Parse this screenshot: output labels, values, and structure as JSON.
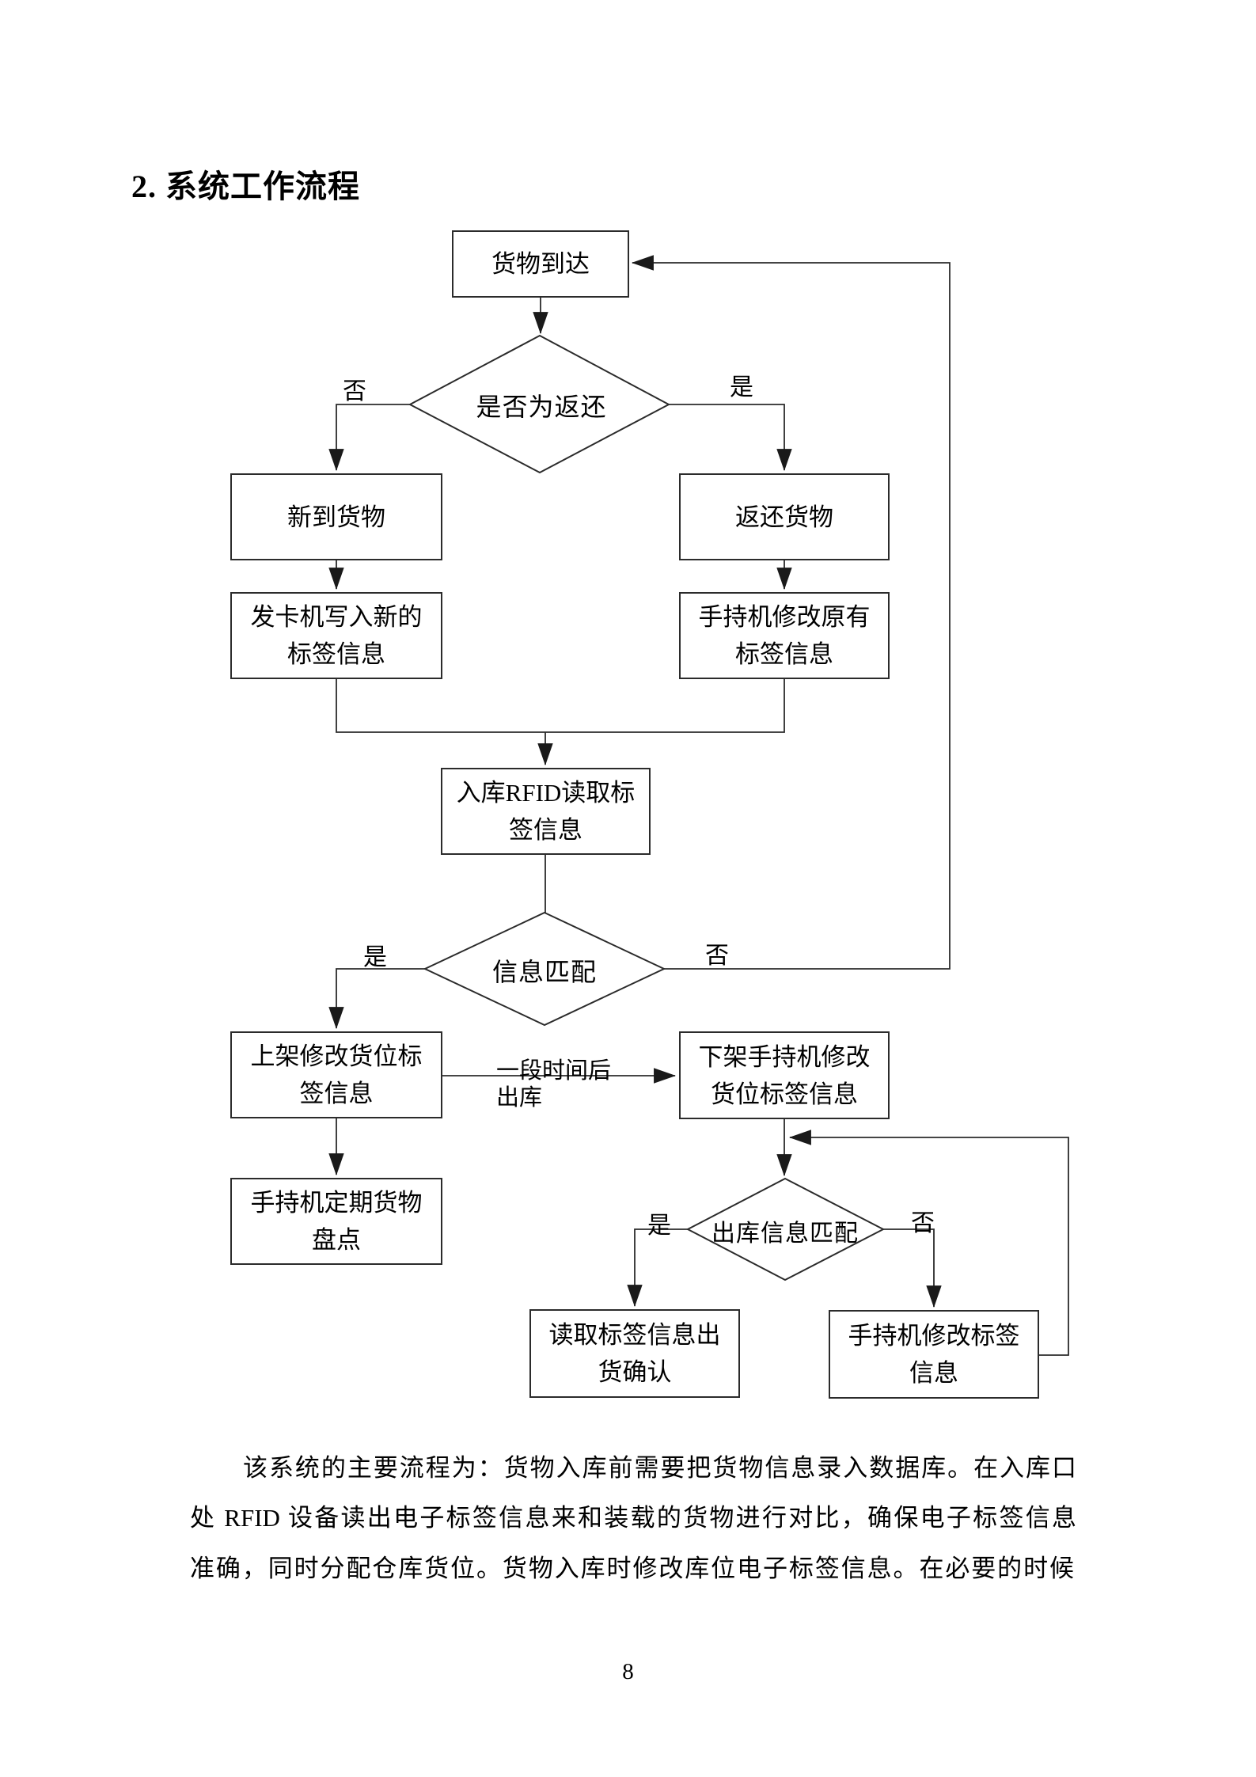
{
  "page": {
    "title": "2. 系统工作流程",
    "page_number": "8",
    "paragraph": {
      "line1": "该系统的主要流程为：货物入库前需要把货物信息录入数据库。在入库口",
      "line2": "处 RFID 设备读出电子标签信息来和装载的货物进行对比，确保电子标签信息",
      "line3": "准确，同时分配仓库货位。货物入库时修改库位电子标签信息。在必要的时候"
    }
  },
  "flowchart": {
    "nodes": {
      "arrive": {
        "line1": "货物到达"
      },
      "is_return": {
        "label": "是否为返还"
      },
      "new_goods": {
        "line1": "新到货物"
      },
      "return_goods": {
        "line1": "返还货物"
      },
      "issuer_write": {
        "line1": "发卡机写入新的",
        "line2": "标签信息"
      },
      "handheld_modify_orig": {
        "line1": "手持机修改原有",
        "line2": "标签信息"
      },
      "inbound_rfid": {
        "line1": "入库RFID读取标",
        "line2": "签信息"
      },
      "info_match": {
        "label": "信息匹配"
      },
      "shelve": {
        "line1": "上架修改货位标",
        "line2": "签信息"
      },
      "periodic_inventory": {
        "line1": "手持机定期货物",
        "line2": "盘点"
      },
      "unshelve": {
        "line1": "下架手持机修改",
        "line2": "货位标签信息"
      },
      "outbound_match": {
        "label": "出库信息匹配"
      },
      "read_confirm": {
        "line1": "读取标签信息出",
        "line2": "货确认"
      },
      "handheld_modify_tag": {
        "line1": "手持机修改标签",
        "line2": "信息"
      }
    },
    "edge_labels": {
      "return_no": "否",
      "return_yes": "是",
      "match_yes": "是",
      "match_no": "否",
      "after_time_line1": "一段时间后",
      "after_time_line2": "出库",
      "out_yes": "是",
      "out_no": "否"
    },
    "colors": {
      "line": "#2b2b2b",
      "node_fill": "#ffffff",
      "text": "#000000"
    }
  }
}
